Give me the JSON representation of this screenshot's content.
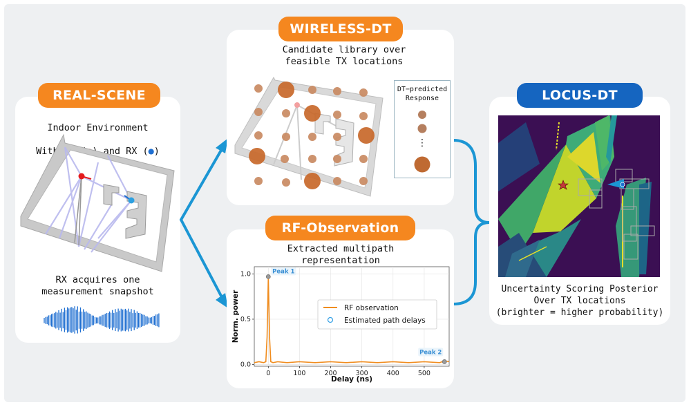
{
  "panels": {
    "real_scene": {
      "title": "REAL-SCENE",
      "caption_top": "Indoor Environment\nWith TX (●) and RX (●)",
      "caption_line1": "Indoor Environment",
      "caption_line2_a": "With TX (",
      "caption_line2_b": ") and RX (",
      "caption_line2_c": ")",
      "caption_bottom": "RX acquires one\nmeasurement snapshot"
    },
    "wireless_dt": {
      "title": "WIRELESS-DT",
      "caption": "Candidate library over\nfeasible TX locations",
      "legend_title": "DT−predicted\nResponse",
      "legend_dots": "⋮"
    },
    "rf_observation": {
      "title": "RF-Observation",
      "caption": "Extracted multipath\nrepresentation"
    },
    "locus_dt": {
      "title": "LOCUS-DT",
      "caption": "Uncertainty Scoring Posterior\nOver TX locations\n(brighter = higher probability)"
    }
  },
  "colors": {
    "accent_orange": "#f5871f",
    "accent_blue": "#1565c0",
    "arrow_blue": "#1b96d4",
    "tx_red": "#e41a1c",
    "rx_blue": "#1f6fd1"
  },
  "chart_data": {
    "type": "line",
    "xlabel": "Delay (ns)",
    "ylabel": "Norm. power",
    "x_ticks": [
      "0",
      "100",
      "200",
      "300",
      "400",
      "500"
    ],
    "y_ticks": [
      "0.0",
      "0.5",
      "1.0"
    ],
    "xlim": [
      -45,
      580
    ],
    "ylim": [
      -0.02,
      1.08
    ],
    "series": [
      {
        "name": "RF observation",
        "x": [
          -45,
          -30,
          -15,
          -8,
          -4,
          0,
          4,
          8,
          15,
          30,
          60,
          100,
          150,
          200,
          250,
          300,
          350,
          400,
          450,
          500,
          550,
          565,
          580
        ],
        "y": [
          0.02,
          0.03,
          0.02,
          0.03,
          0.3,
          0.97,
          0.3,
          0.03,
          0.02,
          0.03,
          0.02,
          0.03,
          0.02,
          0.03,
          0.02,
          0.03,
          0.02,
          0.03,
          0.02,
          0.03,
          0.02,
          0.04,
          0.03
        ]
      },
      {
        "name": "Estimated path delays",
        "x": [
          0,
          565
        ],
        "y": [
          0.97,
          0.03
        ]
      }
    ],
    "annotations": [
      "Peak 1",
      "Peak 2"
    ],
    "legend": "center-right"
  }
}
